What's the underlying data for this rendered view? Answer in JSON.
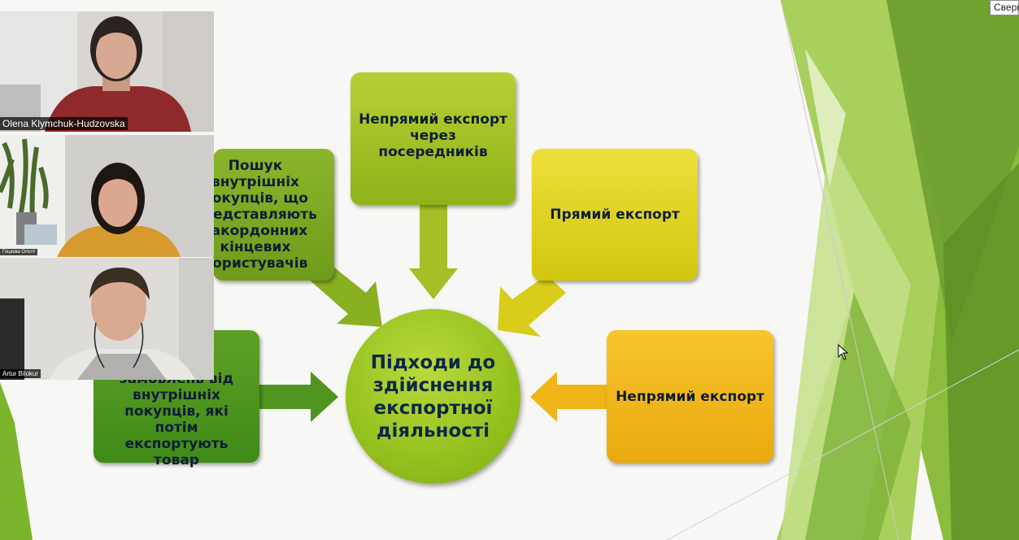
{
  "slide": {
    "center": "Підходи до\nздійснення\nекспортної\nдіяльності",
    "boxes": {
      "top": "Непрямий експорт\nчерез\nпосередників",
      "right_top": "Прямий експорт",
      "right": "Непрямий експорт",
      "left_top": "Пошук внутрішніх\nпокупців, що\nпредставляють\nзакордонних\nкінцевих\nкористувачів",
      "left_bottom": "Прийом\nзамовлень від\nвнутрішніх\nпокупців, які потім\nекспортують товар"
    },
    "colors": {
      "top": "#a3c128",
      "right_top": "#e2d526",
      "right": "#f2b81c",
      "left_top": "#7aa820",
      "left_bottom": "#4f951f",
      "center": "#95c11f",
      "text": "#101e34"
    }
  },
  "participants": [
    {
      "name": "Olena Klymchuk-Hudzovska"
    },
    {
      "name": "Гоцкєва Олєг#"
    },
    {
      "name": "Artur Bilokur"
    }
  ],
  "toolbar": {
    "collapse_label": "Свернуть"
  }
}
